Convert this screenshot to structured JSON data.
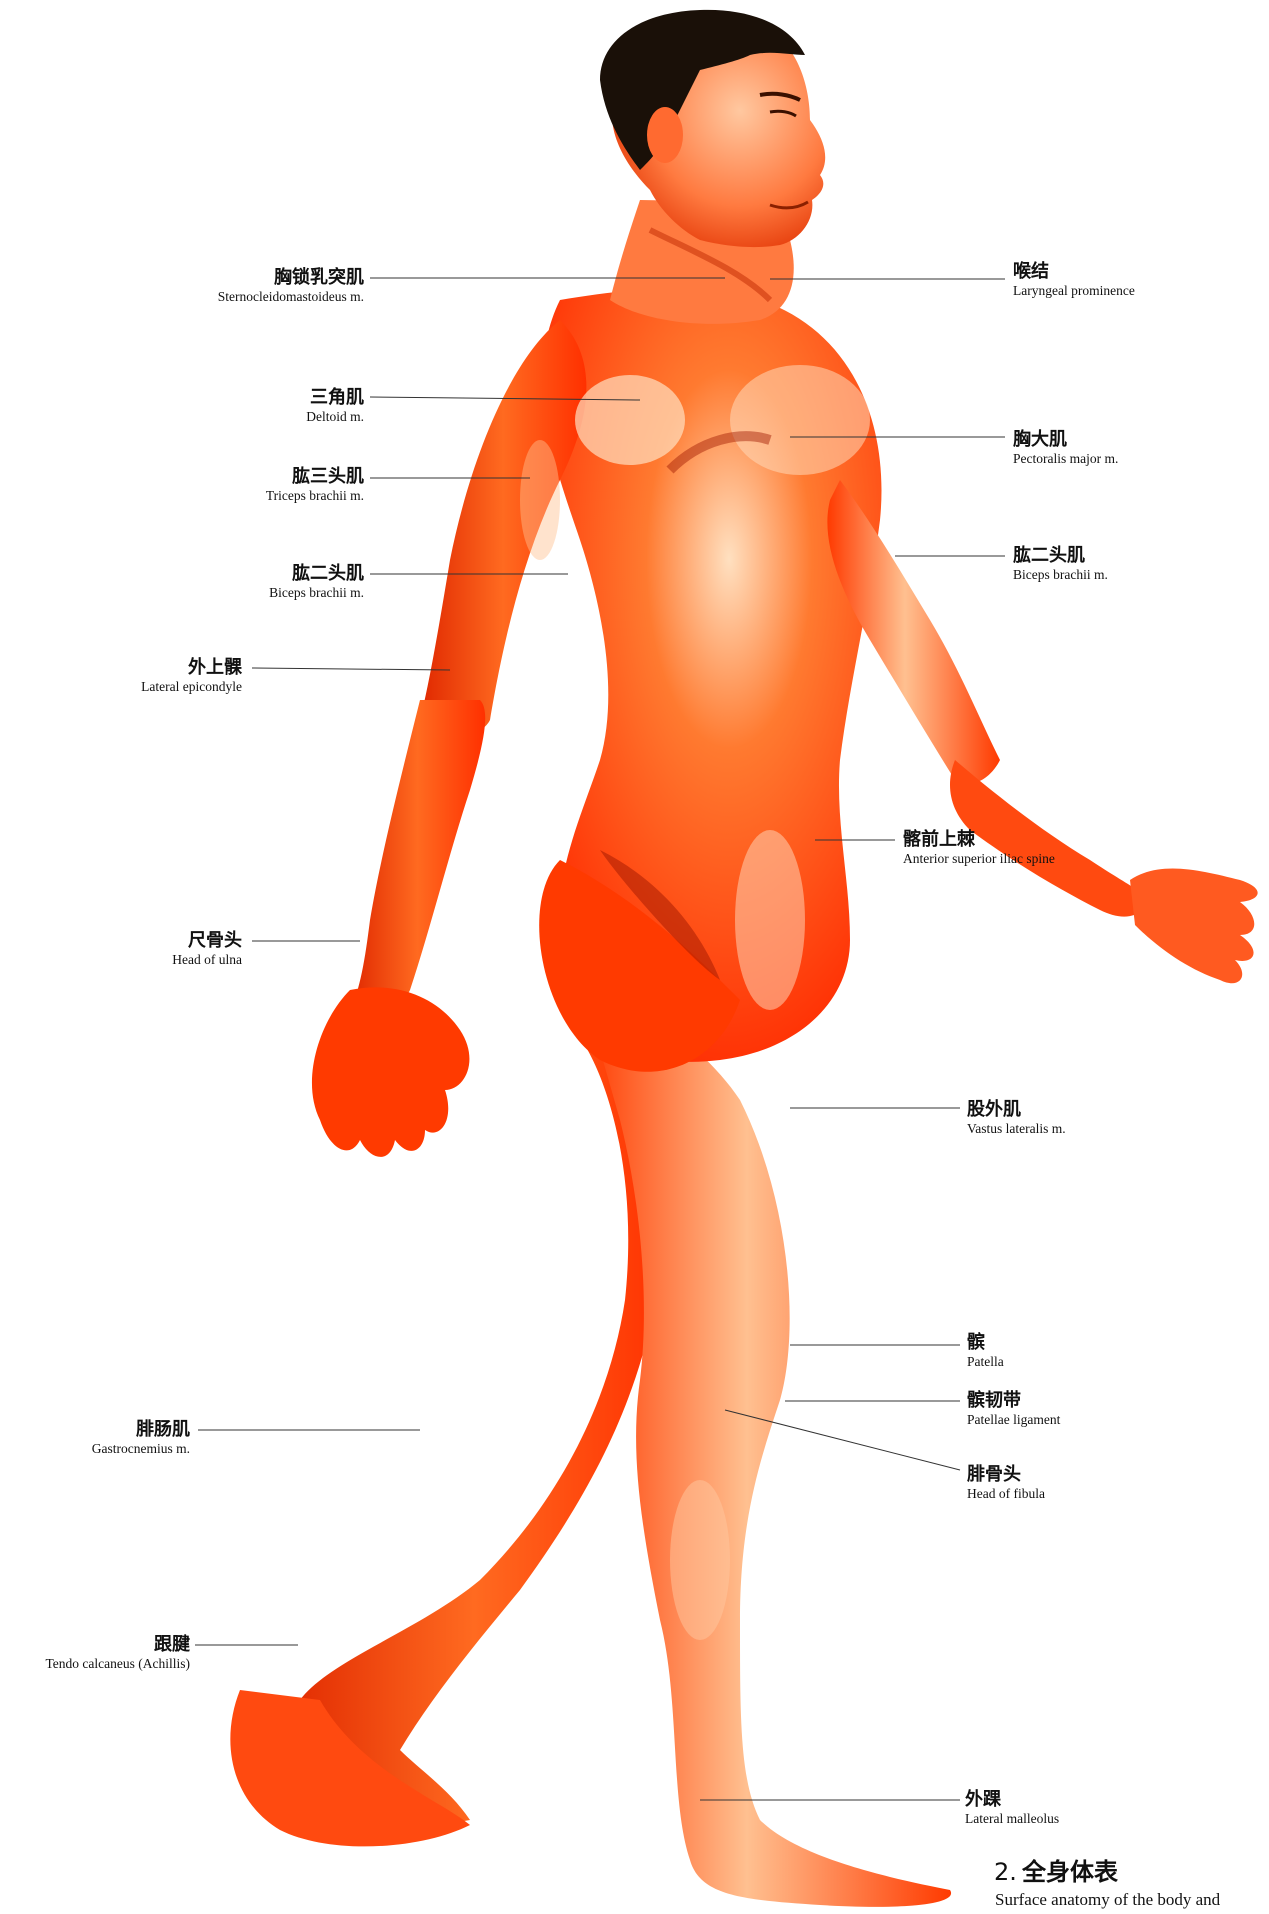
{
  "labels": [
    {
      "id": "sternocleidomastoid",
      "zh": "胸锁乳突肌",
      "en": "Sternocleidomastoideus m.",
      "side": "left"
    },
    {
      "id": "deltoid",
      "zh": "三角肌",
      "en": "Deltoid m.",
      "side": "left"
    },
    {
      "id": "triceps",
      "zh": "肱三头肌",
      "en": "Triceps brachii m.",
      "side": "left"
    },
    {
      "id": "biceps-left",
      "zh": "肱二头肌",
      "en": "Biceps brachii m.",
      "side": "left"
    },
    {
      "id": "lateral-epicondyle",
      "zh": "外上髁",
      "en": "Lateral epicondyle",
      "side": "left"
    },
    {
      "id": "head-of-ulna",
      "zh": "尺骨头",
      "en": "Head of ulna",
      "side": "left"
    },
    {
      "id": "gastrocnemius",
      "zh": "腓肠肌",
      "en": "Gastrocnemius m.",
      "side": "left"
    },
    {
      "id": "achilles",
      "zh": "跟腱",
      "en": "Tendo calcaneus (Achillis)",
      "side": "left"
    },
    {
      "id": "laryngeal",
      "zh": "喉结",
      "en": "Laryngeal prominence",
      "side": "right"
    },
    {
      "id": "pectoralis",
      "zh": "胸大肌",
      "en": "Pectoralis major m.",
      "side": "right"
    },
    {
      "id": "biceps-right",
      "zh": "肱二头肌",
      "en": "Biceps brachii m.",
      "side": "right"
    },
    {
      "id": "asis",
      "zh": "髂前上棘",
      "en": "Anterior superior iliac spine",
      "side": "right"
    },
    {
      "id": "vastus-lateralis",
      "zh": "股外肌",
      "en": "Vastus lateralis m.",
      "side": "right"
    },
    {
      "id": "patella",
      "zh": "髌",
      "en": "Patella",
      "side": "right"
    },
    {
      "id": "patellae-ligament",
      "zh": "髌韧带",
      "en": "Patellae ligament",
      "side": "right"
    },
    {
      "id": "head-of-fibula",
      "zh": "腓骨头",
      "en": "Head of fibula",
      "side": "right"
    },
    {
      "id": "lateral-malleolus",
      "zh": "外踝",
      "en": "Lateral malleolus",
      "side": "right"
    }
  ],
  "caption": {
    "number": "2.",
    "title_zh": "全身体表",
    "subtitle_en": "Surface anatomy of the body and"
  },
  "colors": {
    "skin": "#ff3a00",
    "skin_highlight": "#ffb080",
    "skin_shadow": "#b81f00",
    "hair": "#1a1008",
    "leader_line": "#333333"
  }
}
